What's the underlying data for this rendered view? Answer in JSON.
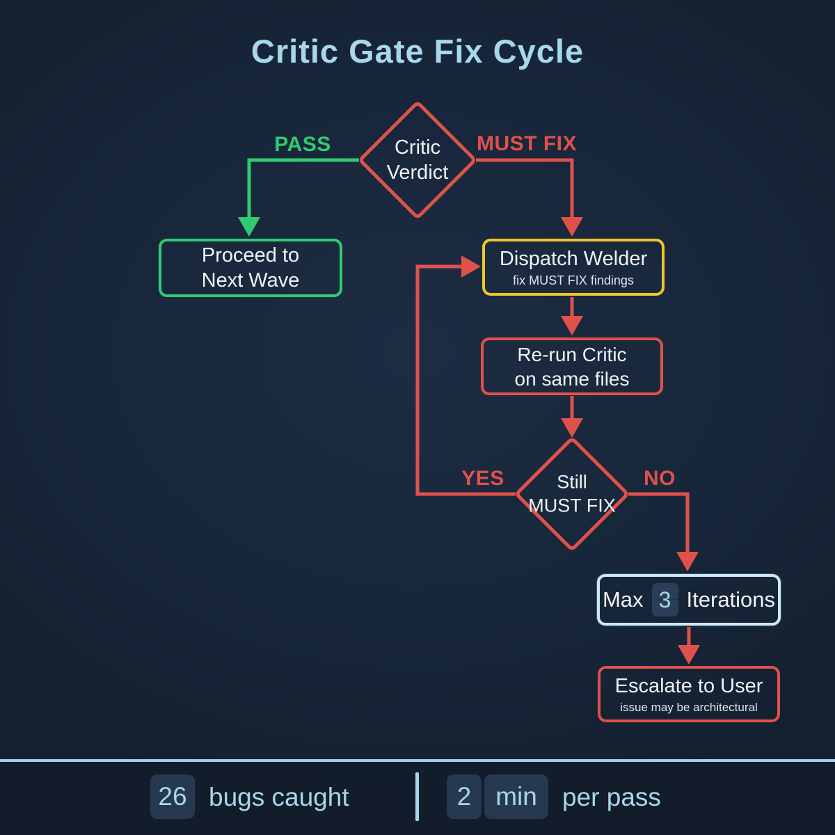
{
  "title": "Critic Gate Fix Cycle",
  "colors": {
    "background": "#18263a",
    "red": "#e0514b",
    "green": "#2ecc71",
    "yellow": "#eec62d",
    "light_blue": "#a7d7ea",
    "pale_blue_border": "#c9e9f4",
    "text_white": "#f0f3f6",
    "badge_background": "#27394f"
  },
  "flowchart": {
    "critic_verdict": {
      "line1": "Critic",
      "line2": "Verdict"
    },
    "pass_label": "PASS",
    "must_fix_label": "MUST FIX",
    "proceed": {
      "line1": "Proceed to",
      "line2": "Next Wave"
    },
    "dispatch": {
      "title": "Dispatch Welder",
      "subtitle": "fix MUST FIX findings"
    },
    "rerun": {
      "line1": "Re-run Critic",
      "line2": "on same files"
    },
    "still_must_fix": {
      "line1": "Still",
      "line2": "MUST FIX"
    },
    "yes_label": "YES",
    "no_label": "NO",
    "max_iterations": {
      "prefix": "Max",
      "value": "3",
      "suffix": "Iterations"
    },
    "escalate": {
      "title": "Escalate to User",
      "subtitle": "issue may be architectural"
    }
  },
  "footer": {
    "stat_bugs": {
      "value": "26",
      "label": "bugs caught"
    },
    "stat_time": {
      "value": "2",
      "unit": "min",
      "label": "per pass"
    }
  }
}
